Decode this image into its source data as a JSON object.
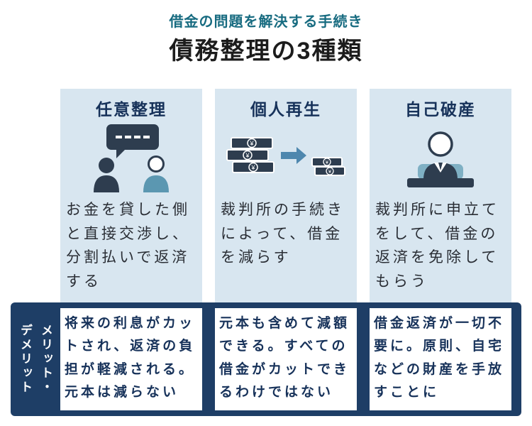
{
  "header": {
    "subtitle": "借金の問題を解決する手続き",
    "title": "債務整理の3種類"
  },
  "columns": [
    {
      "title": "任意整理",
      "icon": "chat-negotiation-icon",
      "description": "お金を貸した側と直接交渉し、分割払いで返済する",
      "merit_demerit": "将来の利息がカットされ、返済の負担が軽減される。元本は減らない"
    },
    {
      "title": "個人再生",
      "icon": "money-reduction-arrow-icon",
      "description": "裁判所の手続きによって、借金を減らす",
      "merit_demerit": "元本も含めて減額できる。すべての借金がカットできるわけではない"
    },
    {
      "title": "自己破産",
      "icon": "person-at-desk-icon",
      "description": "裁判所に申立てをして、借金の返済を免除してもらう",
      "merit_demerit": "借金返済が一切不要に。原則、自宅などの財産を手放すことに"
    }
  ],
  "band": {
    "label": "メリット・デメリット",
    "label_lines": [
      "メリット・",
      "デメリット"
    ]
  },
  "colors": {
    "subtitle_teal": "#176b80",
    "title_black": "#1c1c1c",
    "column_bg": "#d8e6f0",
    "navy_text": "#17325a",
    "band_bg": "#1e3e66",
    "icon_navy": "#2e3d4f",
    "icon_teal": "#5b97b1",
    "arrow_blue": "#4e87ae"
  }
}
